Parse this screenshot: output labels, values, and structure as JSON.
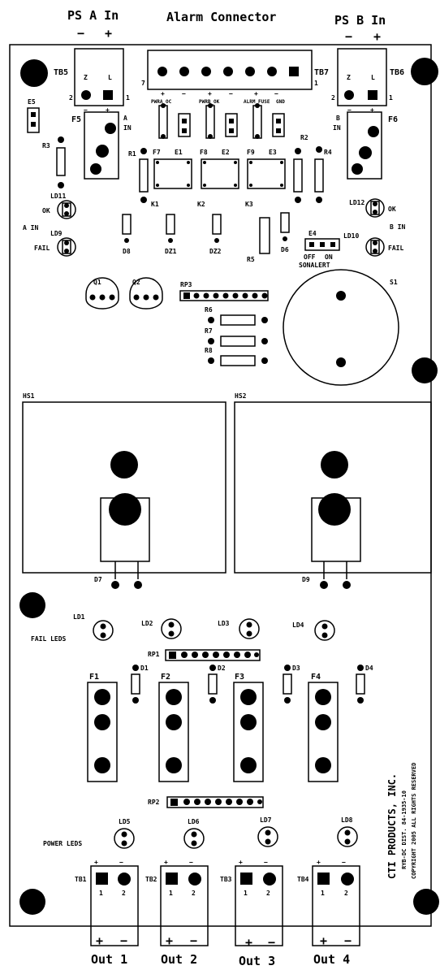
{
  "edge_labels": {
    "ps_a": "PS A In",
    "alarm": "Alarm Connector",
    "ps_b": "PS B In",
    "minus": "−",
    "plus": "+"
  },
  "terminals": {
    "tb5": "TB5",
    "tb6": "TB6",
    "tb7": "TB7",
    "tb1": "TB1",
    "tb2": "TB2",
    "tb3": "TB3",
    "tb4": "TB4",
    "pin2": "2",
    "pin1": "1",
    "pin7": "7",
    "z": "Z",
    "l": "L"
  },
  "alarm_pins": [
    "PWRA_OC",
    "PWRB_OK",
    "ALRM_FUSE",
    "GND"
  ],
  "refs": {
    "e5": "E5",
    "f5": "F5",
    "f6": "F6",
    "r3": "R3",
    "r1": "R1",
    "r2": "R2",
    "r4": "R4",
    "f7": "F7",
    "e1": "E1",
    "f8": "F8",
    "e2": "E2",
    "f9": "F9",
    "e3": "E3",
    "k1": "K1",
    "k2": "K2",
    "k3": "K3",
    "d8": "D8",
    "dz1": "DZ1",
    "dz2": "DZ2",
    "d6": "D6",
    "r5": "R5",
    "e4": "E4",
    "ld11": "LD11",
    "ld12": "LD12",
    "ld9": "LD9",
    "ld10": "LD10",
    "q1": "Q1",
    "q2": "Q2",
    "rp3": "RP3",
    "r6": "R6",
    "r7": "R7",
    "r8": "R8",
    "s1": "S1",
    "hs1": "HS1",
    "hs2": "HS2",
    "d7": "D7",
    "d9": "D9",
    "ld1": "LD1",
    "ld2": "LD2",
    "ld3": "LD3",
    "ld4": "LD4",
    "rp1": "RP1",
    "d1": "D1",
    "d2": "D2",
    "d3": "D3",
    "d4": "D4",
    "f1": "F1",
    "f2": "F2",
    "f3": "F3",
    "f4": "F4",
    "rp2": "RP2",
    "ld5": "LD5",
    "ld6": "LD6",
    "ld7": "LD7",
    "ld8": "LD8"
  },
  "text": {
    "a_in": "A IN",
    "b_in": "B IN",
    "ok": "OK",
    "fail": "FAIL",
    "off": "OFF",
    "on": "ON",
    "sonalert": "SONALERT",
    "fail_leds": "FAIL LEDS",
    "power_leds": "POWER LEDS",
    "a": "A",
    "in": "IN",
    "b": "B"
  },
  "legal": {
    "company": "CTI PRODUCTS, INC.",
    "part": "RYB-DC DIST. 84-1935-10",
    "copyright": "COPYRIGHT 2005  ALL RIGHTS RESERVED"
  },
  "outputs": [
    "Out 1",
    "Out 2",
    "Out 3",
    "Out 4"
  ]
}
